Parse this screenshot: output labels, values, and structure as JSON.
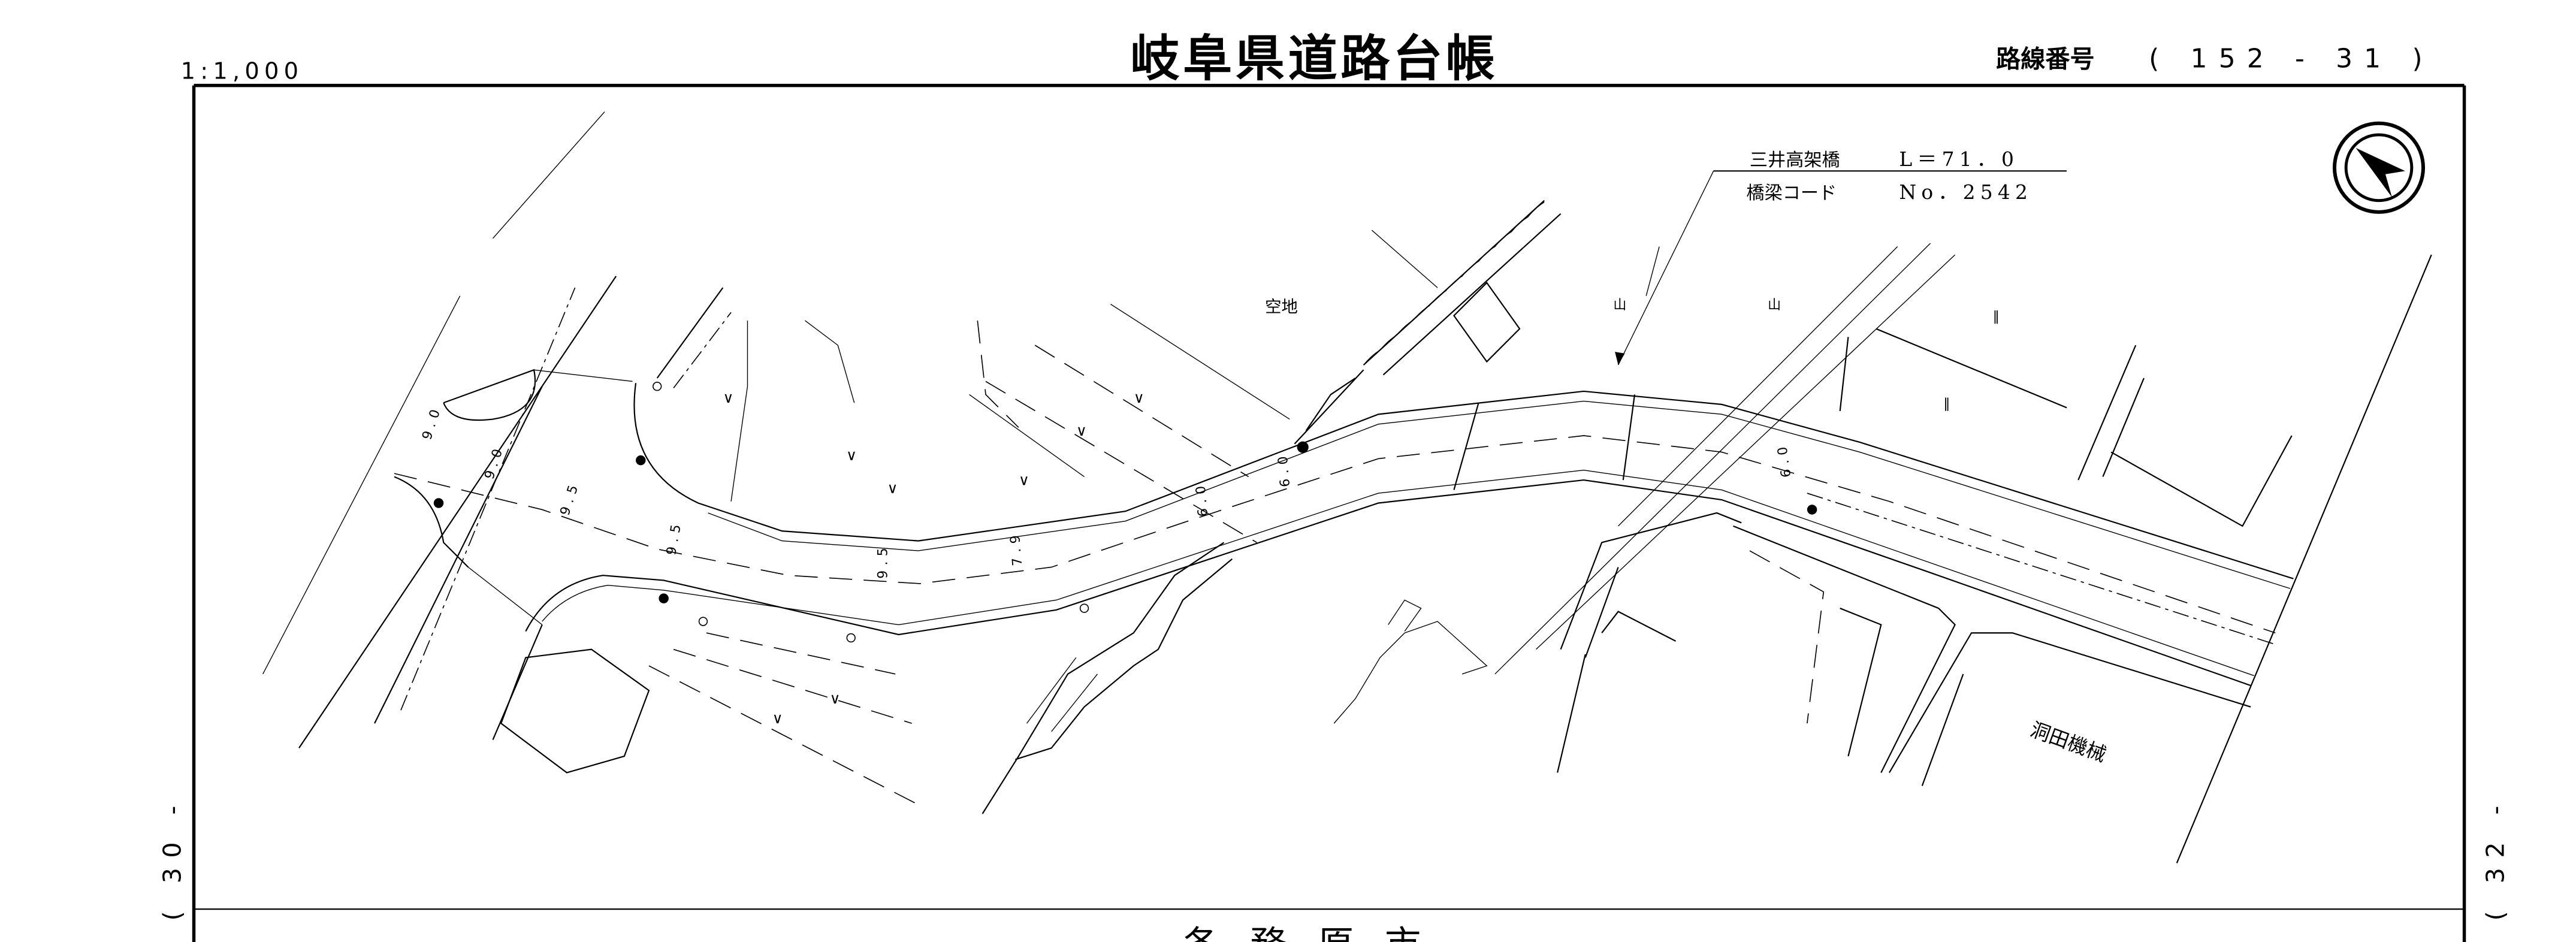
{
  "header": {
    "scale": "1:1,000",
    "title": "岐阜県道路台帳",
    "route_label": "路線番号",
    "route_number": "( 152 - 31 )"
  },
  "margins": {
    "left_sheet": "( 30 -",
    "right_sheet": "( 32 -",
    "bottom_city": "各 務 原 市"
  },
  "bridge": {
    "name": "三井高架橋",
    "length": "L＝71．0",
    "code_label": "橋梁コード",
    "code_value": "No．2542"
  },
  "map": {
    "labels": {
      "vacant_lot": "空地",
      "company": "洞田機械"
    },
    "width_labels": [
      "9.0",
      "9.0",
      "9.5",
      "9.5",
      "9.5",
      "7.9",
      "6.0",
      "6.0",
      "6.0"
    ],
    "symbols": {
      "forest": "山",
      "paddy": "‖",
      "field": "∨"
    },
    "compass_icon": "north-arrow"
  }
}
